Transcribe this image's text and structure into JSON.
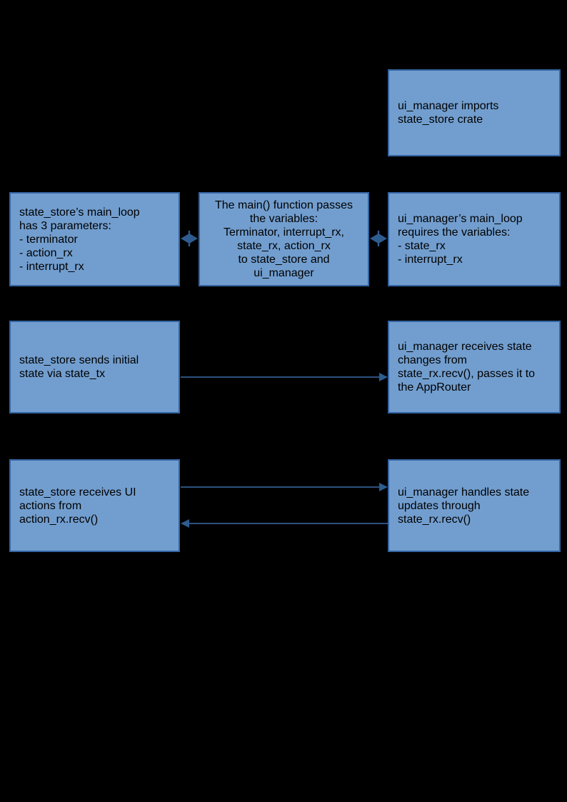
{
  "diagram": {
    "background": "#000000",
    "box_fill": "#729ECF",
    "box_border": "#3465A4",
    "connector_color": "#3C6CA8",
    "arrowhead_color": "#2E5C8F",
    "text_color": "#000000"
  },
  "boxes": {
    "imports": {
      "lines": [
        "ui_manager imports",
        "state_store crate"
      ]
    },
    "state_store_params": {
      "lines": [
        "state_store’s main_loop",
        "has 3 parameters:",
        "- terminator",
        "- action_rx",
        "- interrupt_rx"
      ]
    },
    "main_passes": {
      "lines": [
        "The main() function passes",
        "the variables:",
        "Terminator, interrupt_rx,",
        "state_rx, action_rx",
        "to state_store and",
        "ui_manager"
      ]
    },
    "ui_manager_params": {
      "lines": [
        "ui_manager’s main_loop",
        "requires the variables:",
        "- state_rx",
        "- interrupt_rx"
      ]
    },
    "initial_state": {
      "lines": [
        "state_store sends initial",
        "state via state_tx"
      ]
    },
    "receives_state": {
      "lines": [
        "ui_manager receives state",
        "changes from",
        "state_rx.recv(), passes it to",
        "the AppRouter"
      ]
    },
    "receives_actions": {
      "lines": [
        "state_store receives UI",
        "actions from",
        "action_rx.recv()"
      ]
    },
    "handles_updates": {
      "lines": [
        "ui_manager handles state",
        "updates through",
        "state_rx.recv()"
      ]
    }
  },
  "connectors": {
    "params_double_arrow": "bidirectional between state_store main_loop and main() variables",
    "vars_double_arrow": "bidirectional between main() variables and ui_manager main_loop",
    "initial_state_arrow": "state_store sends initial state to ui_manager",
    "ui_actions_arrow": "state_store to ui_manager (top)",
    "state_updates_arrow": "ui_manager back to state_store (bottom)"
  }
}
